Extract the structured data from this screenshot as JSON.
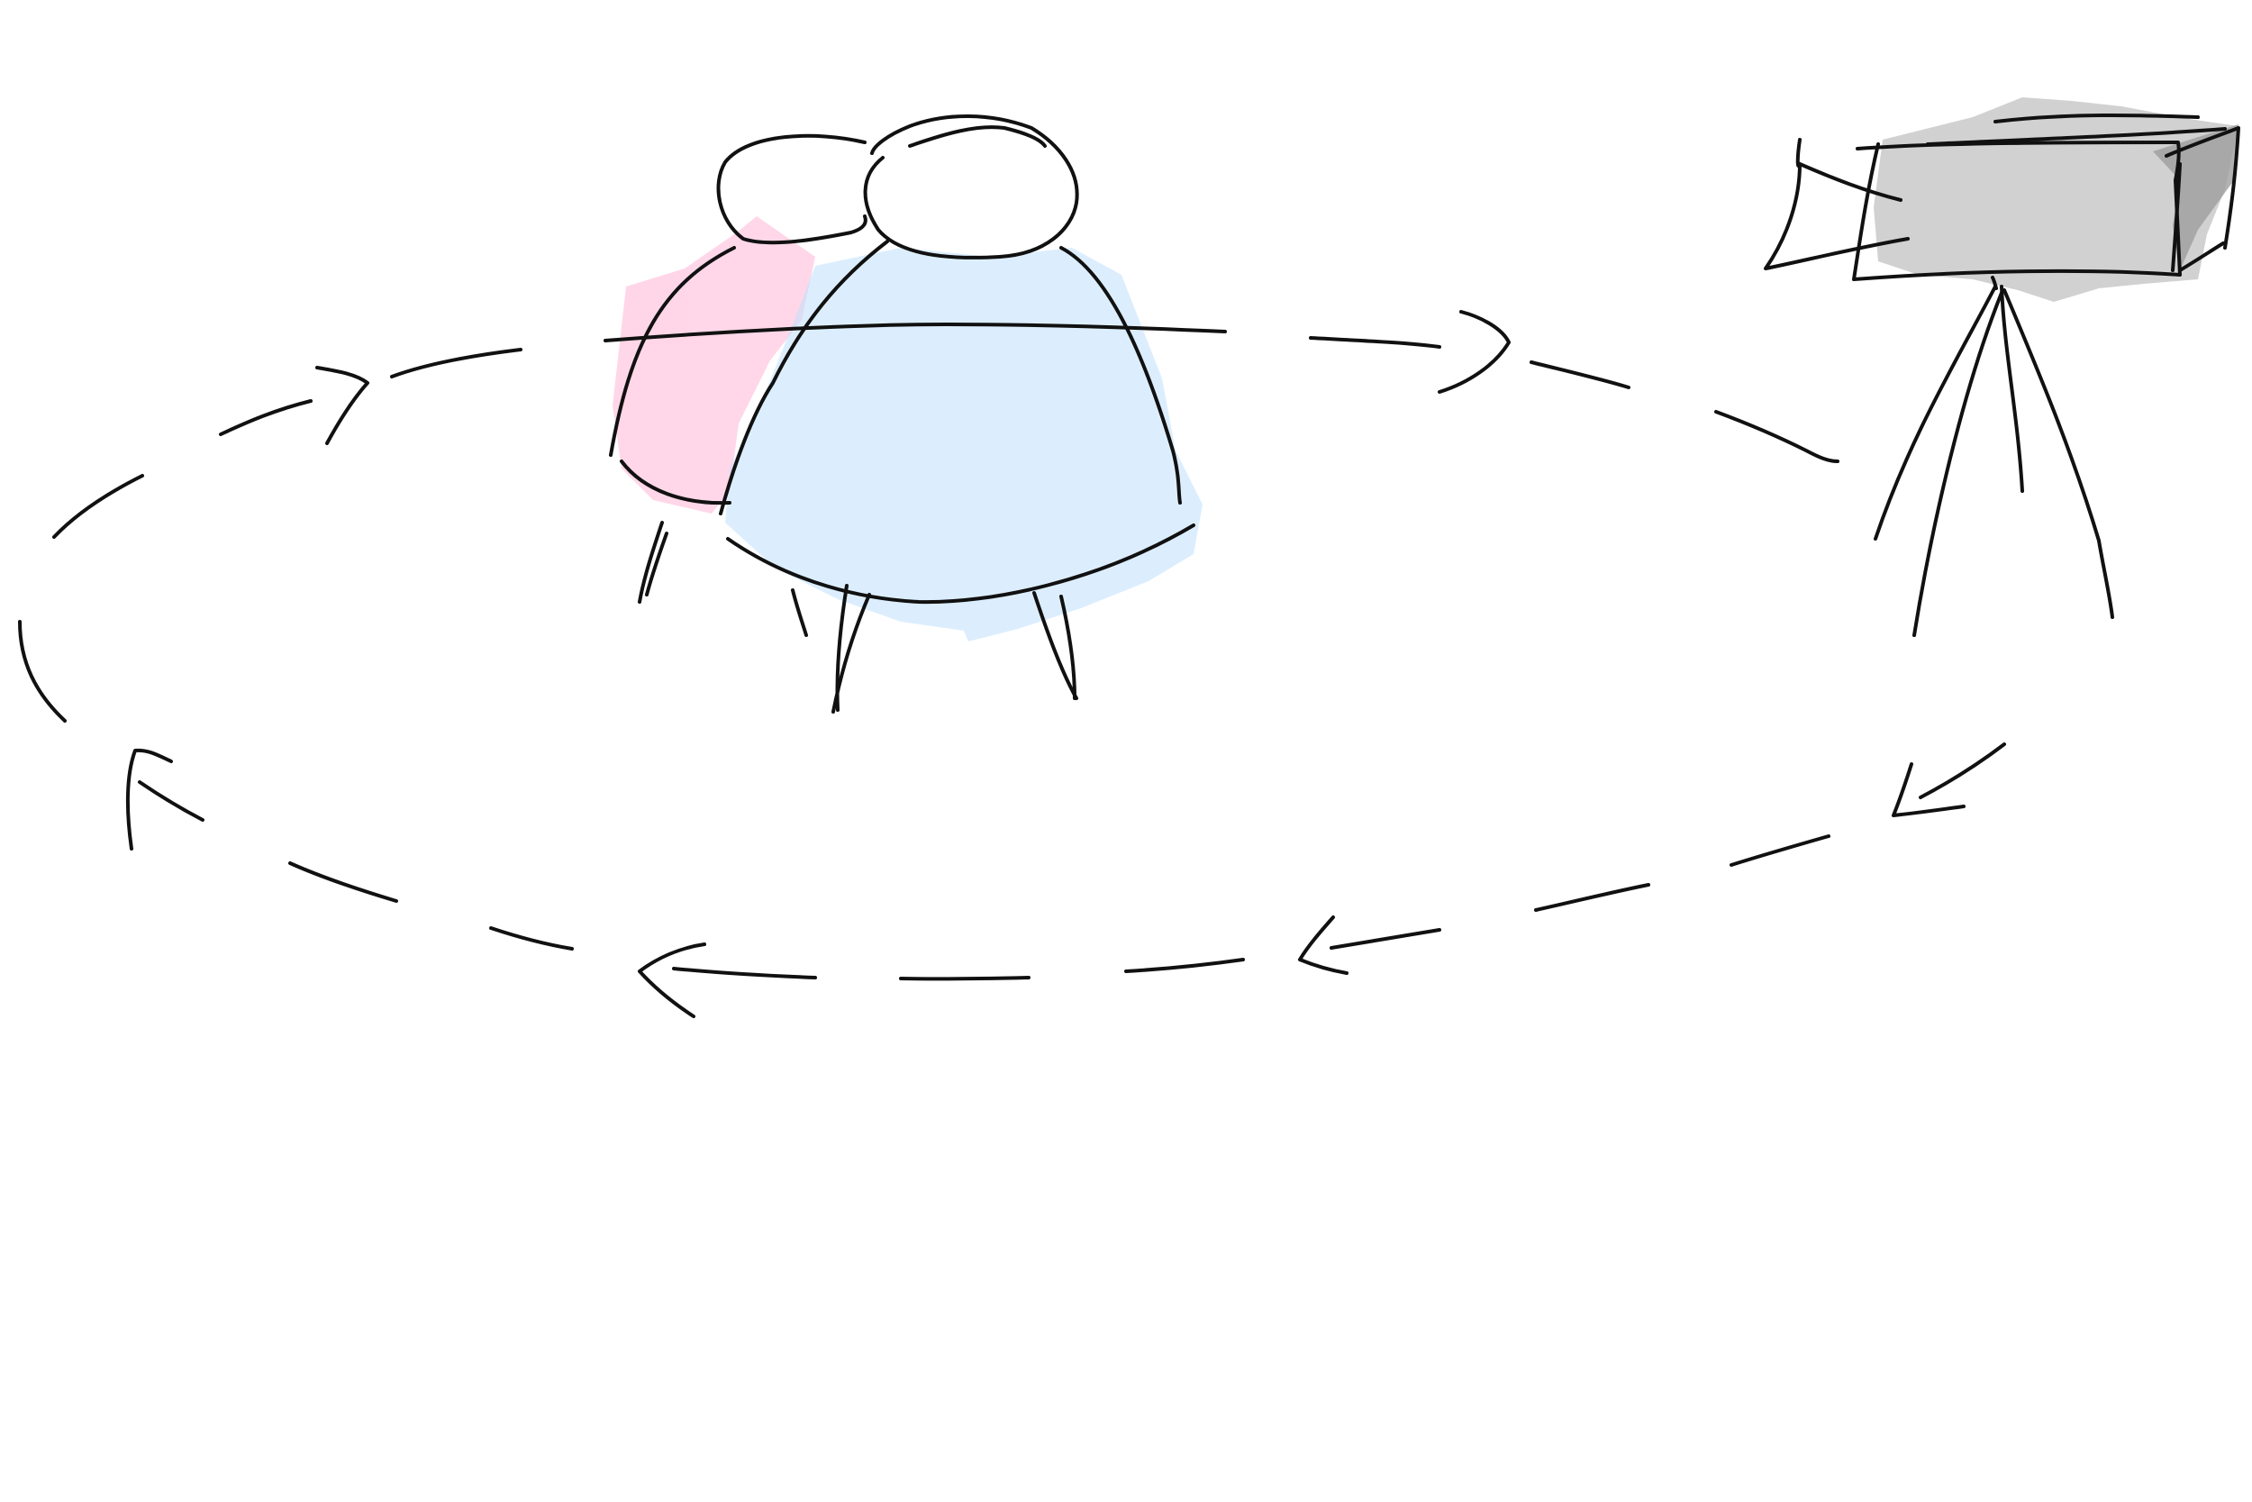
{
  "scene": {
    "type": "hand-drawn sketch",
    "elements": [
      {
        "name": "person-left",
        "fill": "pink"
      },
      {
        "name": "person-right",
        "fill": "light-blue"
      },
      {
        "name": "camera-on-tripod",
        "fill": "gray"
      },
      {
        "name": "orbit-path",
        "style": "dashed",
        "direction": "clockwise"
      }
    ],
    "arrow_count": 6
  },
  "colors": {
    "background": "#ffffff",
    "ink": "#111111",
    "pink_fill": "#ffb6d5",
    "blue_fill": "#bfe0fb",
    "camera_fill": "#c9c9c9",
    "camera_shade": "#8e8e8e"
  }
}
